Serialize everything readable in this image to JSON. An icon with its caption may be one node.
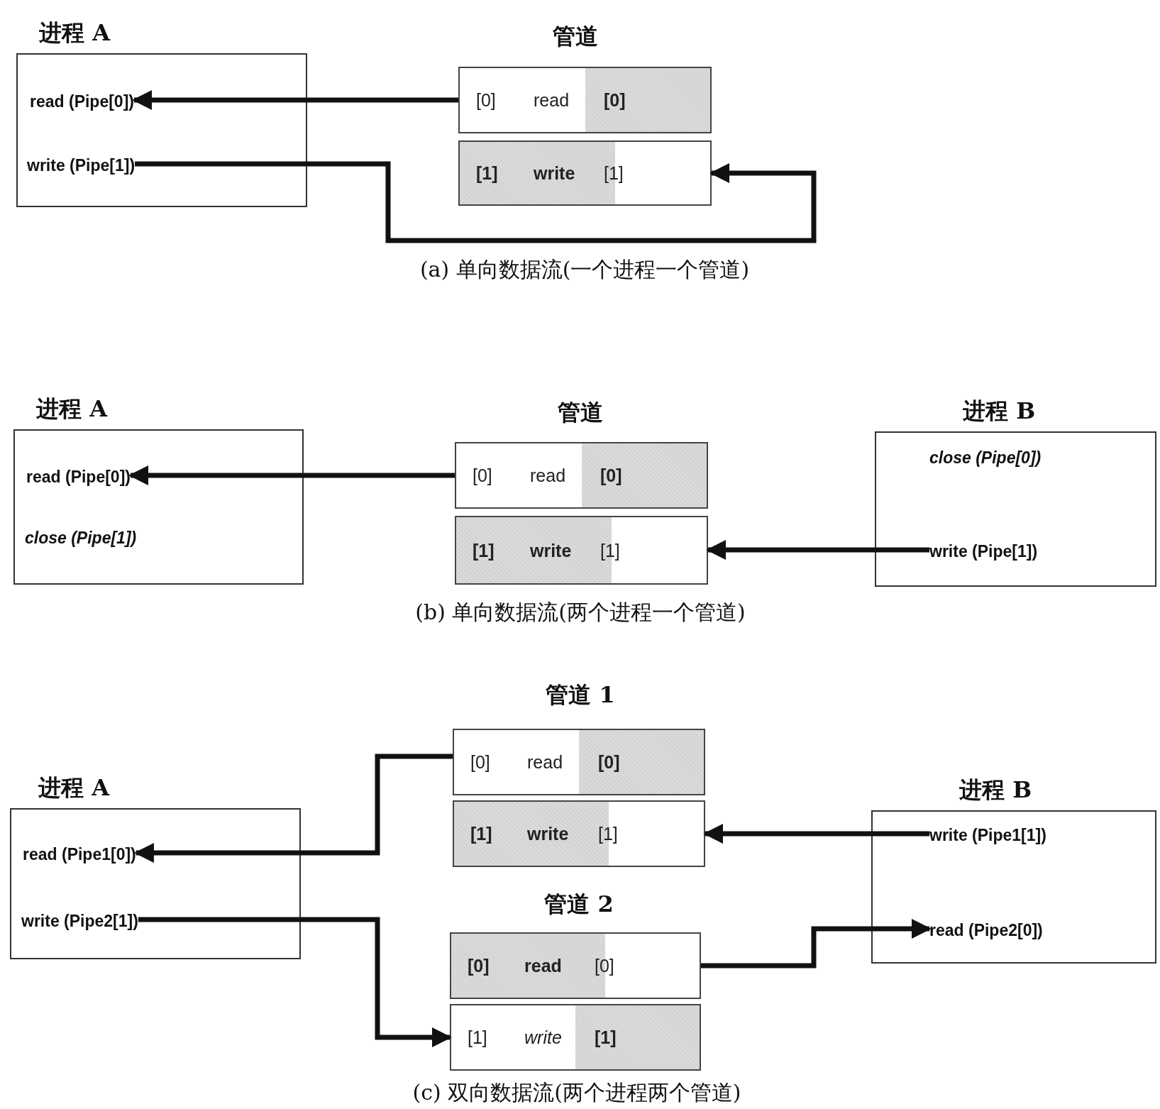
{
  "diagram": {
    "nodes": [
      {
        "text": [
          "进程 A"
        ]
      },
      {
        "text": [
          "read (Pipe[0])"
        ],
        "in": 0
      },
      {
        "text": [
          "write (Pipe[1])"
        ],
        "in": 0
      },
      {
        "text": [
          "[0]",
          "read",
          "[0]"
        ]
      },
      {
        "text": [
          "[1]",
          "write",
          "[1]"
        ]
      },
      {
        "text": [
          "进程 A"
        ]
      },
      {
        "text": [
          "read (Pipe[0])"
        ],
        "in": 5
      },
      {
        "text": [
          "close (Pipe[1])"
        ],
        "in": 5
      },
      {
        "text": [
          "[0]",
          "read",
          "[0]"
        ]
      },
      {
        "text": [
          "[1]",
          "write",
          "[1]"
        ]
      },
      {
        "text": [
          "进程 B"
        ]
      },
      {
        "text": [
          "close (Pipe[0])"
        ],
        "in": 10
      },
      {
        "text": [
          "write (Pipe[1])"
        ],
        "in": 10
      },
      {
        "text": [
          "[0]",
          "read",
          "[0]"
        ]
      },
      {
        "text": [
          "[1]",
          "write",
          "[1]"
        ]
      },
      {
        "text": [
          "进程 A"
        ]
      },
      {
        "text": [
          "read (Pipe1[0])"
        ],
        "in": 15
      },
      {
        "text": [
          "write (Pipe2[1])"
        ],
        "in": 15
      },
      {
        "text": [
          "[0]",
          "read",
          "[0]"
        ]
      },
      {
        "text": [
          "[1]",
          "write",
          "[1]"
        ]
      },
      {
        "text": [
          "进程 B"
        ]
      },
      {
        "text": [
          "write (Pipe1[1])"
        ],
        "in": 20
      },
      {
        "text": [
          "read (Pipe2[0])"
        ],
        "in": 20
      }
    ],
    "edges": [
      {
        "from": 3,
        "to": 1,
        "arrow": "to"
      },
      {
        "from": 2,
        "to": 4,
        "arrow": "to"
      },
      {
        "from": 8,
        "to": 6,
        "arrow": "to"
      },
      {
        "from": 12,
        "to": 9,
        "arrow": "to"
      },
      {
        "from": 13,
        "to": 16,
        "arrow": "to"
      },
      {
        "from": 21,
        "to": 14,
        "arrow": "to"
      },
      {
        "from": 17,
        "to": 19,
        "arrow": "to"
      },
      {
        "from": 18,
        "to": 22,
        "arrow": "to"
      }
    ],
    "labels": [
      "管道",
      "(a) 单向数据流(一个进程一个管道)",
      "管道",
      "(b) 单向数据流(两个进程一个管道)",
      "管道 1",
      "管道 2",
      "(c) 双向数据流(两个进程两个管道)"
    ]
  }
}
